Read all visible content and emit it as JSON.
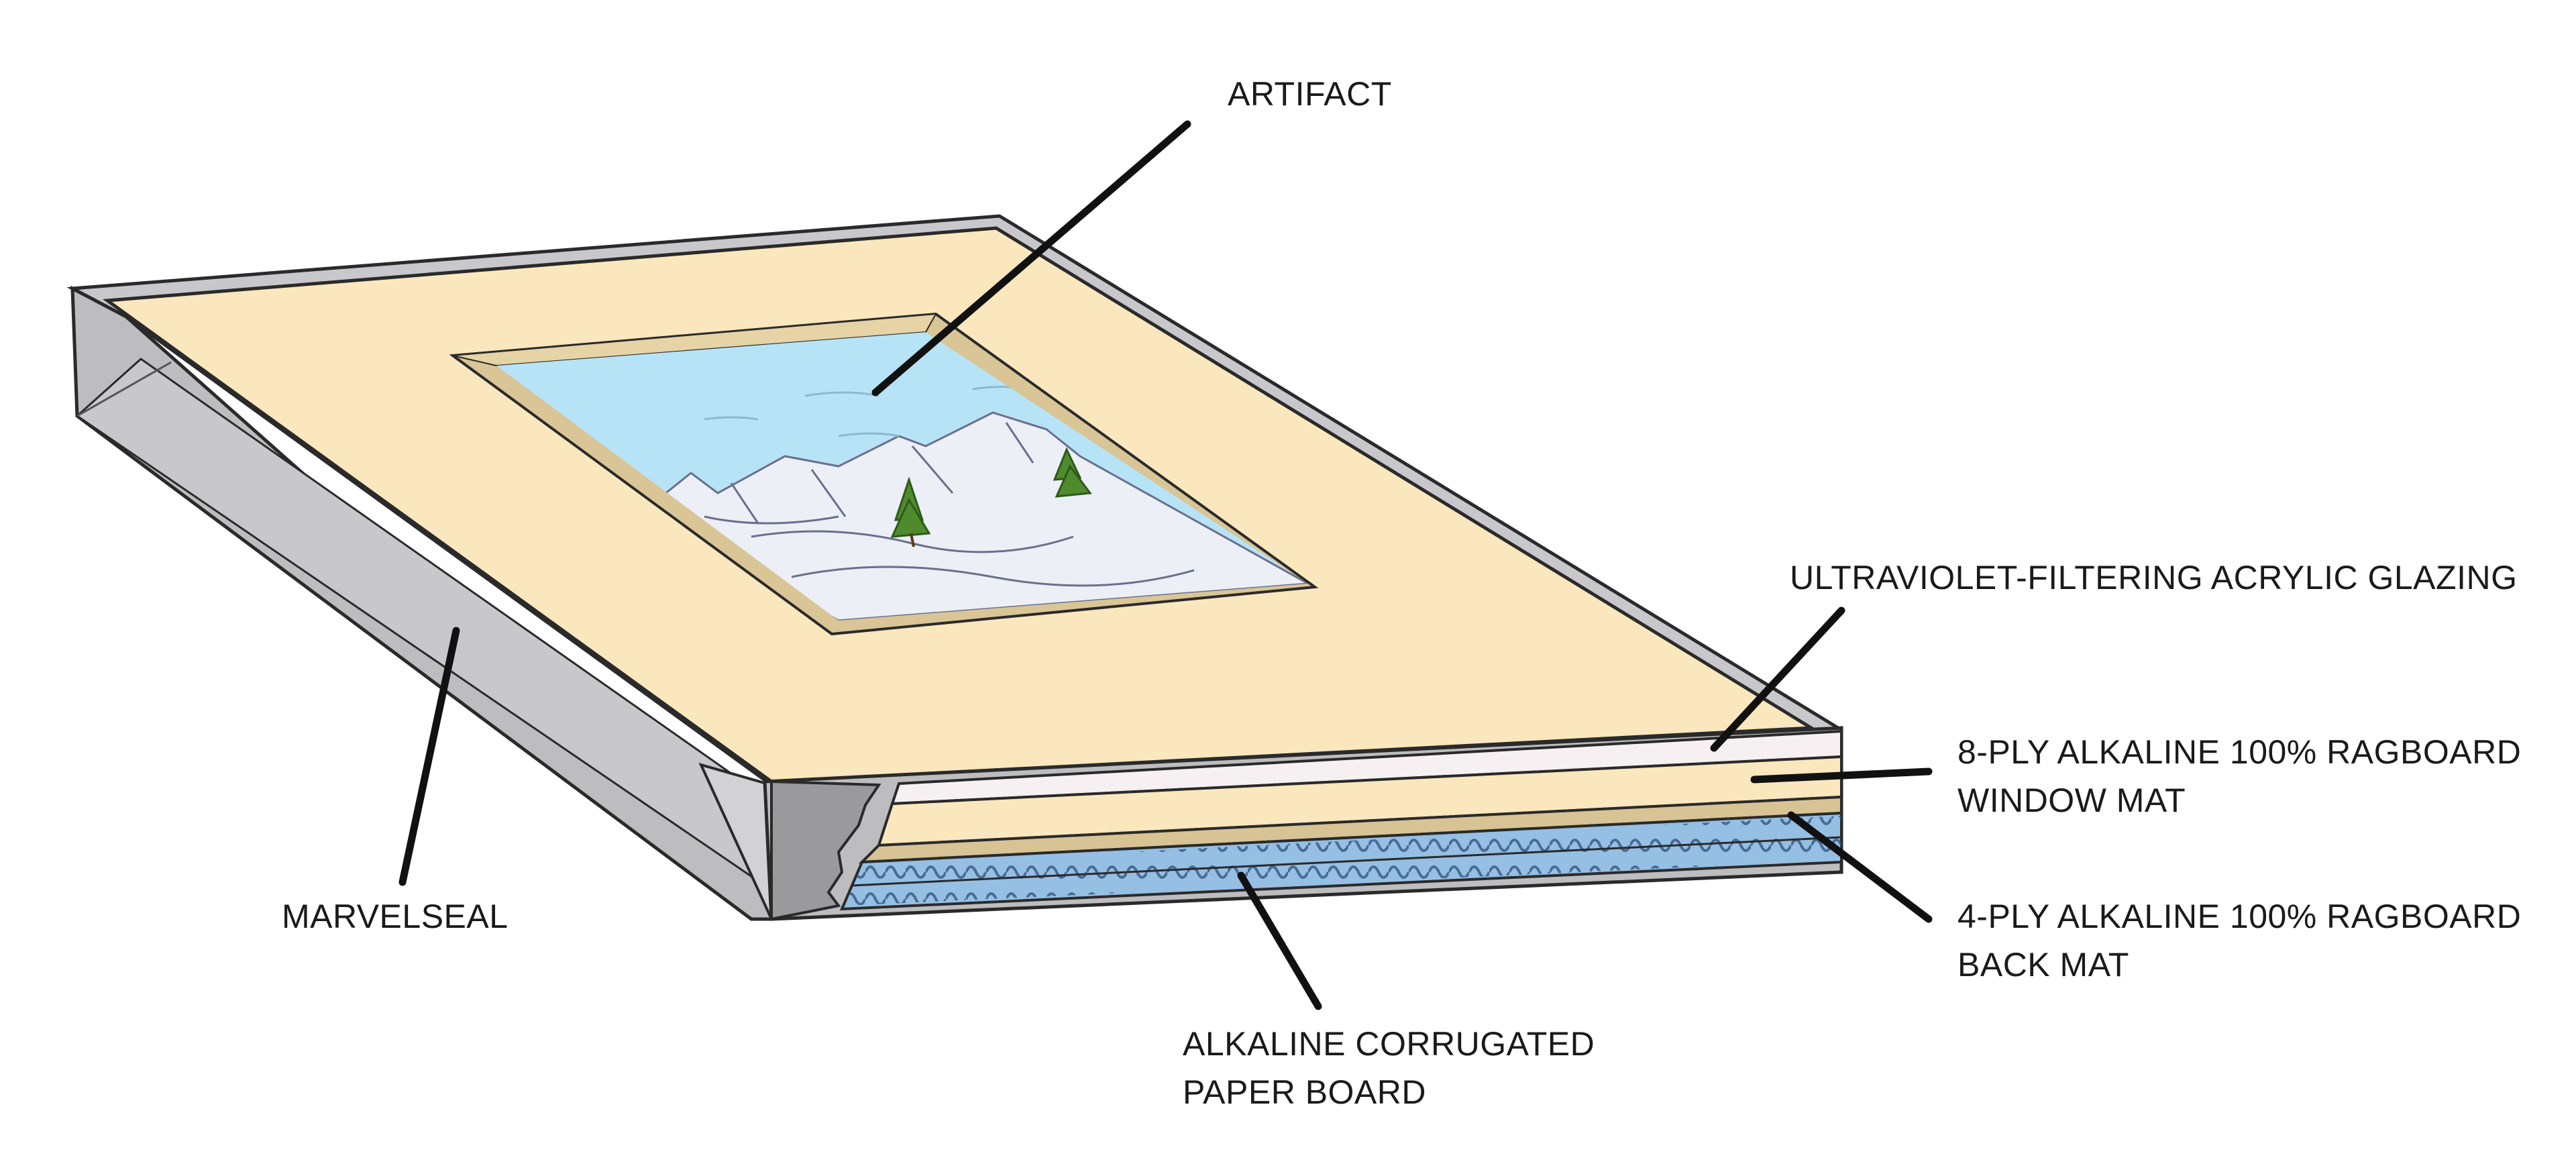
{
  "labels": {
    "artifact": "ARTIFACT",
    "glazing": "ULTRAVIOLET-FILTERING ACRYLIC GLAZING",
    "window_mat": [
      "8-PLY ALKALINE 100% RAGBOARD",
      "WINDOW MAT"
    ],
    "back_mat": [
      "4-PLY ALKALINE 100% RAGBOARD",
      "BACK MAT"
    ],
    "marvelseal": "MARVELSEAL",
    "corrugated": [
      "ALKALINE CORRUGATED",
      "PAPER BOARD"
    ]
  },
  "colors": {
    "marvelseal_top": "#c8c8cc",
    "marvelseal_side": "#bdbdc0",
    "marvelseal_dark": "#a8a8ab",
    "mat": "#fbe7bd",
    "mat_bevel": "#d9c596",
    "glazing": "#f7f0f3",
    "back_mat": "#d8c394",
    "corrugated": "#96bfe4",
    "sky": "#b7e3f6",
    "snow": "#eceff5",
    "tree": "#4f8a2c",
    "outline": "#2a2a2a",
    "leader_line": "#111111"
  }
}
